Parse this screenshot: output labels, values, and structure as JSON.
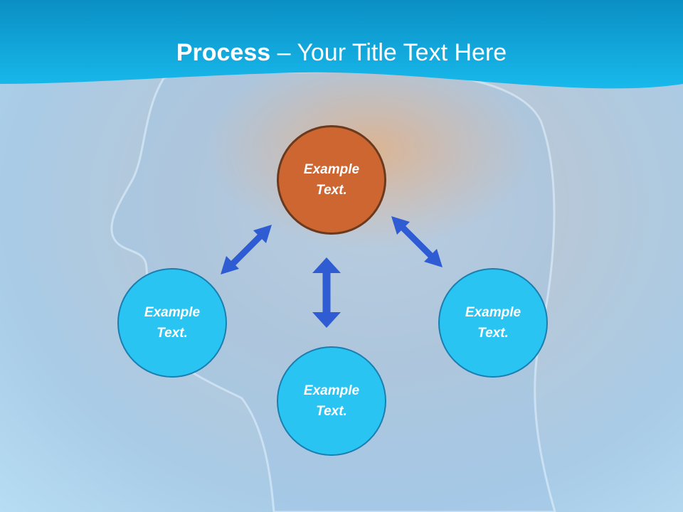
{
  "title": {
    "bold": "Process",
    "rest": " – Your Title Text Here"
  },
  "nodes": {
    "top": "Example Text.",
    "left": "Example Text.",
    "bottom": "Example Text.",
    "right": "Example Text."
  },
  "colors": {
    "header": "#0fb0e6",
    "node_blue": "#2ac4f2",
    "node_orange": "#cd6631",
    "arrow": "#2f5bd3"
  }
}
